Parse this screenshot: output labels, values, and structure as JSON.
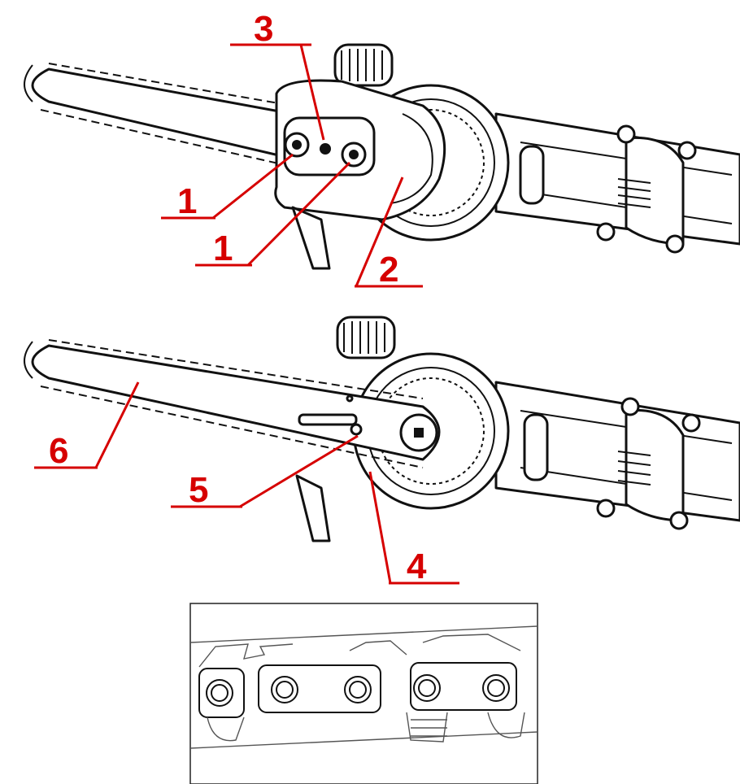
{
  "diagram": {
    "callouts_top": [
      "1",
      "1",
      "2",
      "3"
    ],
    "callouts_bottom": [
      "4",
      "5",
      "6"
    ],
    "accent_color": "#d60000",
    "line_color": "#111111"
  },
  "icons": [
    "chainsaw-top-view-icon",
    "chainsaw-open-view-icon",
    "chain-links-detail-icon"
  ]
}
